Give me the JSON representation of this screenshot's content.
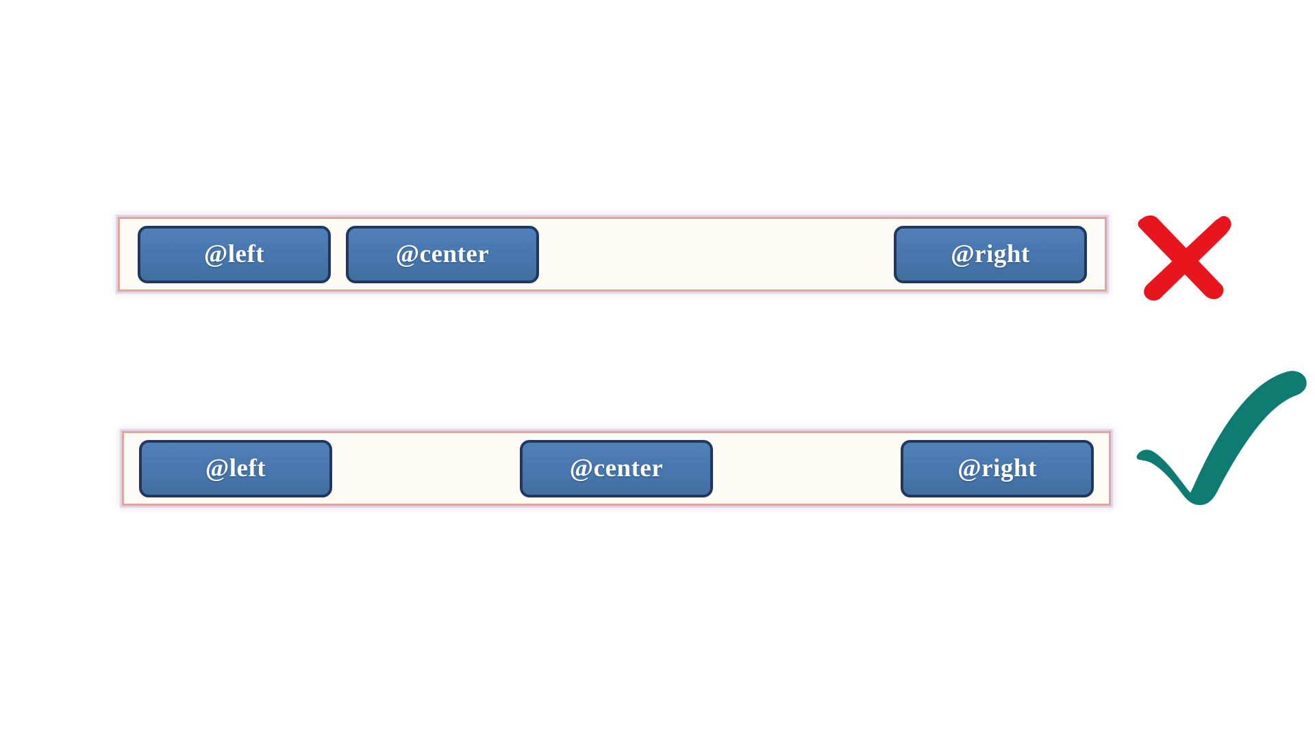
{
  "page": {
    "background_color": "#ffffff",
    "description": "Comparison of two toolbar button alignment layouts"
  },
  "palette": {
    "button_fill": "#4878b0",
    "button_border": "#21365e",
    "button_text": "#ffffff",
    "toolbar_background": "#fdfbf6",
    "toolbar_border": "#dca79c",
    "toolbar_glow": "#c4acd4",
    "cross_color": "#e8141e",
    "check_color": "#0d7b72"
  },
  "rows": [
    {
      "id": "bad",
      "verdict_icon": "cross-icon",
      "verdict": "incorrect",
      "buttons": [
        {
          "label": "@left",
          "name": "left"
        },
        {
          "label": "@center",
          "name": "center"
        },
        {
          "label": "@right",
          "name": "right"
        }
      ]
    },
    {
      "id": "good",
      "verdict_icon": "check-icon",
      "verdict": "correct",
      "buttons": [
        {
          "label": "@left",
          "name": "left"
        },
        {
          "label": "@center",
          "name": "center"
        },
        {
          "label": "@right",
          "name": "right"
        }
      ]
    }
  ]
}
